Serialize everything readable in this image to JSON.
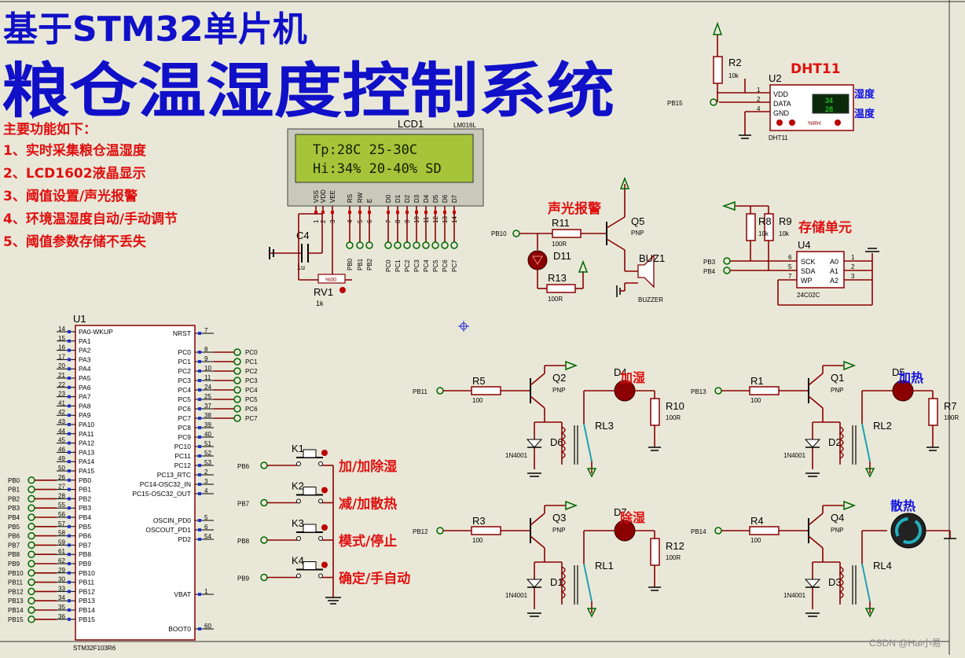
{
  "titles": {
    "line1": "基于STM32单片机",
    "line2": "粮仓温湿度控制系统"
  },
  "features": {
    "heading": "主要功能如下：",
    "items": [
      "1、实时采集粮仓温湿度",
      "2、LCD1602液晶显示",
      "3、阈值设置/声光报警",
      "4、环境温湿度自动/手动调节",
      "5、阈值参数存储不丢失"
    ]
  },
  "lcd": {
    "ref": "LCD1",
    "model": "LM016L",
    "row1": "Tp:28C 25-30C",
    "row2": "Hi:34% 20-40% SD",
    "pins": [
      "VSS",
      "VDD",
      "VEE",
      "RS",
      "RW",
      "E",
      "D0",
      "D1",
      "D2",
      "D3",
      "D4",
      "D5",
      "D6",
      "D7"
    ],
    "pin_numbers": [
      "1",
      "2",
      "3",
      "4",
      "5",
      "6",
      "7",
      "8",
      "9",
      "10",
      "11",
      "12",
      "13",
      "14"
    ],
    "ctrl_nets": [
      "PB0",
      "PB1",
      "PB2"
    ],
    "data_nets": [
      "PC0",
      "PC1",
      "PC2",
      "PC3",
      "PC4",
      "PC5",
      "PC6",
      "PC7"
    ]
  },
  "c4": {
    "ref": "C4",
    "value": "1u"
  },
  "rv1": {
    "ref": "RV1",
    "value": "1k",
    "dial": "%00"
  },
  "dht": {
    "label": "DHT11",
    "ref": "U2",
    "model": "DHT11",
    "pins": [
      "VDD",
      "DATA",
      "GND"
    ],
    "pin_numbers": [
      "1",
      "2",
      "4"
    ],
    "temp_display": "34",
    "hum_display": "28",
    "units": "%RH",
    "side_labels": [
      "湿度",
      "温度"
    ],
    "net": "PB15"
  },
  "r2": {
    "ref": "R2",
    "value": "10k"
  },
  "alarm": {
    "label": "声光报警",
    "net": "PB10",
    "r11": {
      "ref": "R11",
      "value": "100R"
    },
    "r13": {
      "ref": "R13",
      "value": "100R"
    },
    "led": "D11",
    "q": {
      "ref": "Q5",
      "type": "PNP"
    },
    "buz": {
      "ref": "BUZ1",
      "model": "BUZZER"
    }
  },
  "eeprom": {
    "label": "存储单元",
    "ref": "U4",
    "model": "24C02C",
    "left_pins": [
      "SCK",
      "SDA",
      "WP"
    ],
    "left_nums": [
      "6",
      "5",
      "7"
    ],
    "right_pins": [
      "A0",
      "A1",
      "A2"
    ],
    "right_nums": [
      "1",
      "2",
      "3"
    ],
    "nets": [
      "PB3",
      "PB4"
    ],
    "r8": {
      "ref": "R8",
      "value": "10k"
    },
    "r9": {
      "ref": "R9",
      "value": "10k"
    }
  },
  "mcu": {
    "ref": "U1",
    "model": "STM32F103R6",
    "left_pins": [
      {
        "num": "14",
        "name": "PA0-WKUP"
      },
      {
        "num": "15",
        "name": "PA1"
      },
      {
        "num": "16",
        "name": "PA2"
      },
      {
        "num": "17",
        "name": "PA3"
      },
      {
        "num": "20",
        "name": "PA4"
      },
      {
        "num": "21",
        "name": "PA5"
      },
      {
        "num": "22",
        "name": "PA6"
      },
      {
        "num": "23",
        "name": "PA7"
      },
      {
        "num": "41",
        "name": "PA8"
      },
      {
        "num": "42",
        "name": "PA9"
      },
      {
        "num": "43",
        "name": "PA10"
      },
      {
        "num": "44",
        "name": "PA11"
      },
      {
        "num": "45",
        "name": "PA12"
      },
      {
        "num": "46",
        "name": "PA13"
      },
      {
        "num": "49",
        "name": "PA14"
      },
      {
        "num": "50",
        "name": "PA15"
      },
      {
        "num": "26",
        "name": "PB0"
      },
      {
        "num": "27",
        "name": "PB1"
      },
      {
        "num": "28",
        "name": "PB2"
      },
      {
        "num": "55",
        "name": "PB3"
      },
      {
        "num": "56",
        "name": "PB4"
      },
      {
        "num": "57",
        "name": "PB5"
      },
      {
        "num": "58",
        "name": "PB6"
      },
      {
        "num": "59",
        "name": "PB7"
      },
      {
        "num": "61",
        "name": "PB8"
      },
      {
        "num": "62",
        "name": "PB9"
      },
      {
        "num": "29",
        "name": "PB10"
      },
      {
        "num": "30",
        "name": "PB11"
      },
      {
        "num": "33",
        "name": "PB12"
      },
      {
        "num": "34",
        "name": "PB13"
      },
      {
        "num": "35",
        "name": "PB14"
      },
      {
        "num": "36",
        "name": "PB15"
      }
    ],
    "left_nets": [
      "PB0",
      "PB1",
      "PB2",
      "PB3",
      "PB4",
      "PB5",
      "PB6",
      "PB7",
      "PB8",
      "PB9",
      "PB10",
      "PB11",
      "PB12",
      "PB13",
      "PB14",
      "PB15"
    ],
    "right_pins": [
      {
        "num": "7",
        "name": "NRST"
      },
      {
        "num": "8",
        "name": "PC0"
      },
      {
        "num": "9",
        "name": "PC1"
      },
      {
        "num": "10",
        "name": "PC2"
      },
      {
        "num": "11",
        "name": "PC3"
      },
      {
        "num": "24",
        "name": "PC4"
      },
      {
        "num": "25",
        "name": "PC5"
      },
      {
        "num": "37",
        "name": "PC6"
      },
      {
        "num": "38",
        "name": "PC7"
      },
      {
        "num": "39",
        "name": "PC8"
      },
      {
        "num": "40",
        "name": "PC9"
      },
      {
        "num": "51",
        "name": "PC10"
      },
      {
        "num": "52",
        "name": "PC11"
      },
      {
        "num": "53",
        "name": "PC12"
      },
      {
        "num": "2",
        "name": "PC13_RTC"
      },
      {
        "num": "3",
        "name": "PC14-OSC32_IN"
      },
      {
        "num": "4",
        "name": "PC15-OSC32_OUT"
      },
      {
        "num": "5",
        "name": "OSCIN_PD0"
      },
      {
        "num": "6",
        "name": "OSCOUT_PD1"
      },
      {
        "num": "54",
        "name": "PD2"
      },
      {
        "num": "1",
        "name": "VBAT"
      },
      {
        "num": "60",
        "name": "BOOT0"
      }
    ],
    "right_nets": [
      "PC0",
      "PC1",
      "PC2",
      "PC3",
      "PC4",
      "PC5",
      "PC6",
      "PC7"
    ]
  },
  "keys": [
    {
      "ref": "K1",
      "net": "PB6",
      "label": "加/加除湿"
    },
    {
      "ref": "K2",
      "net": "PB7",
      "label": "减/加散热"
    },
    {
      "ref": "K3",
      "net": "PB8",
      "label": "模式/停止"
    },
    {
      "ref": "K4",
      "net": "PB9",
      "label": "确定/手自动"
    }
  ],
  "drivers": [
    {
      "net": "PB11",
      "r": "R5",
      "rv": "100",
      "q": "Q2",
      "qt": "PNP",
      "diode": "D6",
      "dmodel": "1N4001",
      "relay": "RL3",
      "led": "D4",
      "rled": "R10",
      "rledv": "100R",
      "label": "加湿"
    },
    {
      "net": "PB12",
      "r": "R3",
      "rv": "100",
      "q": "Q3",
      "qt": "PNP",
      "diode": "D1",
      "dmodel": "1N4001",
      "relay": "RL1",
      "led": "D7",
      "rled": "R12",
      "rledv": "100R",
      "label": "除湿"
    },
    {
      "net": "PB13",
      "r": "R1",
      "rv": "100",
      "q": "Q1",
      "qt": "PNP",
      "diode": "D2",
      "dmodel": "1N4001",
      "relay": "RL2",
      "led": "D5",
      "rled": "R7",
      "rledv": "100R",
      "label": "加热"
    },
    {
      "net": "PB14",
      "r": "R4",
      "rv": "100",
      "q": "Q4",
      "qt": "PNP",
      "diode": "D3",
      "dmodel": "1N4001",
      "relay": "RL4",
      "led": "",
      "rled": "",
      "rledv": "",
      "label": "散热"
    }
  ],
  "watermark": "CSDN @Hai小易"
}
